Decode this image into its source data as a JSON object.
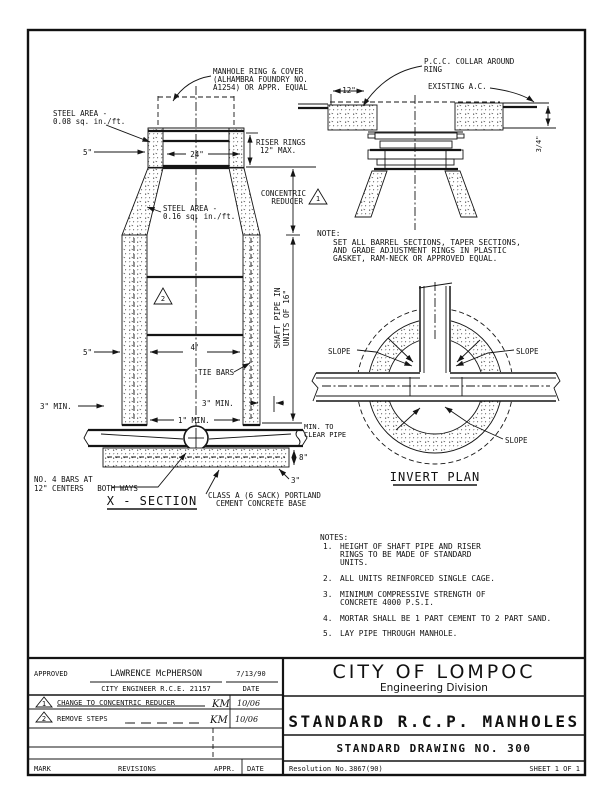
{
  "colors": {
    "ink": "#111111",
    "paper": "#ffffff"
  },
  "xsection": {
    "title": "X - SECTION",
    "ring_cover": [
      "MANHOLE RING & COVER",
      "(ALHAMBRA FOUNDRY NO.",
      "A1254) OR APPR. EQUAL"
    ],
    "steel_area_top": [
      "STEEL AREA -",
      "0.08 sq. in./ft."
    ],
    "steel_area_mid": [
      "STEEL AREA -",
      "0.16 sq. in./ft."
    ],
    "dim_5_top": "5\"",
    "dim_24": "24\"",
    "riser_rings": [
      "RISER RINGS",
      "12\" MAX."
    ],
    "concentric": [
      "CONCENTRIC",
      "REDUCER"
    ],
    "rev1_mark": "1",
    "rev2_mark": "2",
    "shaft_pipe": [
      "SHAFT PIPE IN",
      "UNITS OF 16\""
    ],
    "dim_5_mid": "5\"",
    "dim_4ft": "4'",
    "tie_bars": "TIE BARS",
    "dim_3min_left": "3\" MIN.",
    "dim_3min_right": "3\" MIN.",
    "dim_1min": "1\" MIN.",
    "min_to_clear": [
      "MIN. TO",
      "CLEAR PIPE"
    ],
    "dim_8": "8\"",
    "dim_3": "3\"",
    "bars_note": [
      "NO. 4 BARS AT",
      "12\" CENTERS   BOTH WAYS"
    ],
    "class_a": [
      "CLASS A (6 SACK) PORTLAND",
      "CEMENT CONCRETE BASE"
    ]
  },
  "detail": {
    "pcc_collar": [
      "P.C.C. COLLAR AROUND",
      "RING"
    ],
    "dim_12": "12\"",
    "existing_ac": "EXISTING A.C.",
    "dim_34": "3/4\"",
    "note_title": "NOTE:",
    "note_lines": [
      "SET ALL BARREL SECTIONS, TAPER SECTIONS,",
      "AND GRADE ADJUSTMENT RINGS IN PLASTIC",
      "GASKET, RAM-NECK OR APPROVED EQUAL."
    ]
  },
  "invert": {
    "slope": "SLOPE",
    "title": "INVERT PLAN"
  },
  "notes": {
    "title": "NOTES:",
    "num1": "1.",
    "num2": "2.",
    "num3": "3.",
    "num4": "4.",
    "num5": "5.",
    "n1": [
      "HEIGHT OF SHAFT PIPE AND RISER",
      "RINGS TO BE MADE OF STANDARD",
      "UNITS."
    ],
    "n2": "ALL UNITS REINFORCED SINGLE CAGE.",
    "n3": [
      "MINIMUM COMPRESSIVE STRENGTH OF",
      "CONCRETE 4000 P.S.I."
    ],
    "n4": "MORTAR SHALL BE 1 PART CEMENT TO 2 PART SAND.",
    "n5": "LAY PIPE THROUGH MANHOLE."
  },
  "titleblock": {
    "approved_label": "APPROVED",
    "approved_name": "LAWRENCE McPHERSON",
    "approved_date": "7/13/90",
    "engineer_line": "CITY ENGINEER R.C.E. 21157",
    "date_label": "DATE",
    "rev1": {
      "mark": "1",
      "desc": "CHANGE TO CONCENTRIC REDUCER",
      "appr": "KM",
      "date": "10/06"
    },
    "rev2": {
      "mark": "2",
      "desc": "REMOVE STEPS",
      "appr": "KM",
      "date": "10/06"
    },
    "mark_label": "MARK",
    "revisions_label": "REVISIONS",
    "appr_label": "APPR.",
    "date_col_label": "DATE",
    "city": "CITY OF LOMPOC",
    "division": "Engineering Division",
    "drawing_title": "STANDARD R.C.P. MANHOLES",
    "drawing_no": "STANDARD DRAWING NO. 300",
    "resolution_label": "Resolution No.",
    "resolution_no": "3867(90)",
    "sheet": "SHEET 1 OF 1"
  }
}
